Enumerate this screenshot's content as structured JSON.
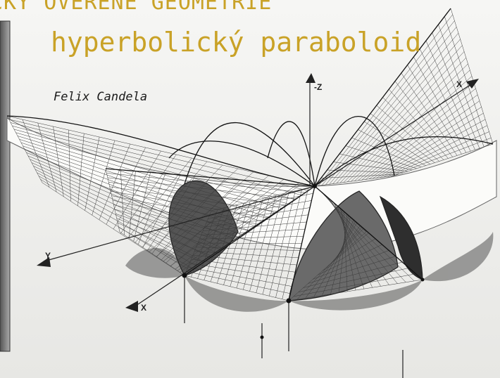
{
  "slide": {
    "top_heading": "CKY OVĚŘENÉ GEOMETRIE",
    "title": "hyperbolický paraboloid",
    "author": "Felix Candela",
    "accent_color": "#c9a227"
  },
  "illustration": {
    "axis_labels": [
      "-Z",
      "X",
      "Y",
      "X"
    ]
  }
}
